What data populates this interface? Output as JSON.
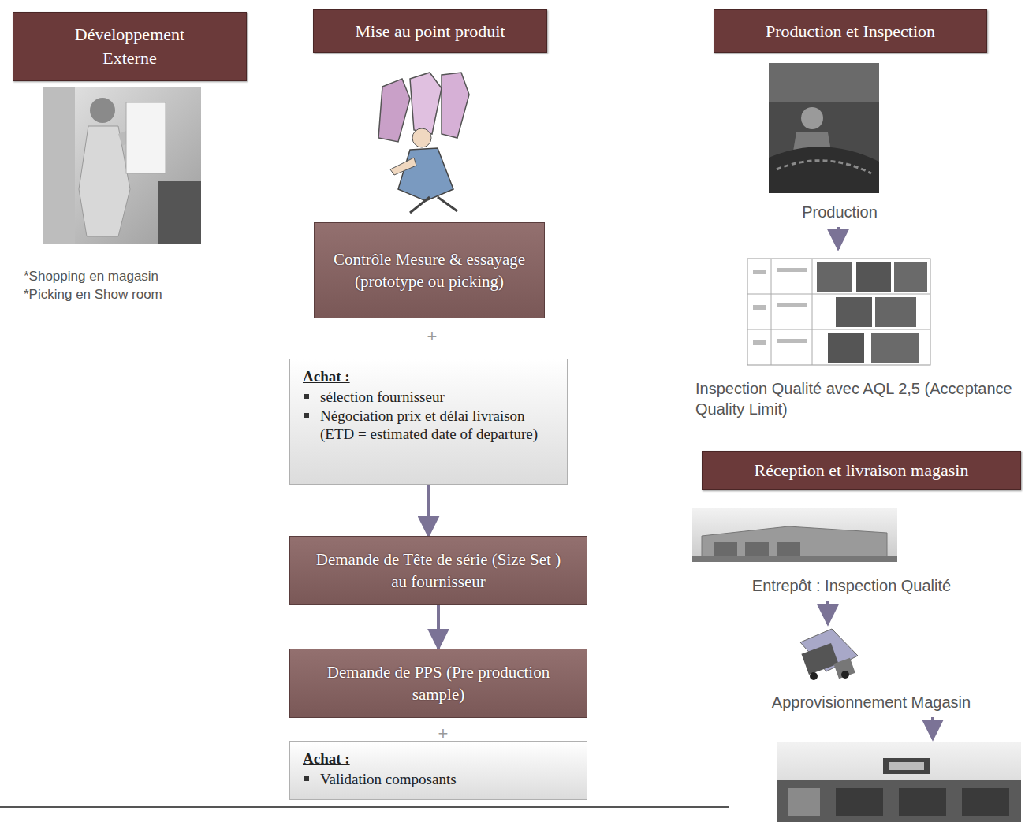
{
  "diagram": {
    "nodes": [
      {
        "text": [
          "Développement Externe"
        ]
      },
      {
        "text": [
          "Mise au point produit"
        ]
      },
      {
        "text": [
          "Contrôle Mesure & essayage (prototype ou picking)"
        ]
      },
      {
        "text": [
          "Achat :",
          "sélection fournisseur",
          "Négociation prix et délai livraison (ETD = estimated date of departure)"
        ]
      },
      {
        "text": [
          "Demande de Tête de série (Size Set ) au fournisseur"
        ]
      },
      {
        "text": [
          "Demande de PPS (Pre production sample)"
        ]
      },
      {
        "text": [
          "Achat :",
          "Validation composants"
        ]
      },
      {
        "text": [
          "Production et Inspection"
        ]
      },
      {
        "text": [
          "Réception et livraison magasin"
        ]
      }
    ],
    "edges": [
      {
        "from": 3,
        "to": 4,
        "arrow": "to"
      },
      {
        "from": 4,
        "to": 5,
        "arrow": "to"
      }
    ],
    "labels": [
      "*Shopping en magasin",
      "*Picking en Show room",
      "+",
      "+",
      "Production",
      "Inspection Qualité avec AQL 2,5 (Acceptance Quality Limit)",
      "Entrepôt : Inspection Qualité",
      "Approvisionnement Magasin"
    ]
  }
}
